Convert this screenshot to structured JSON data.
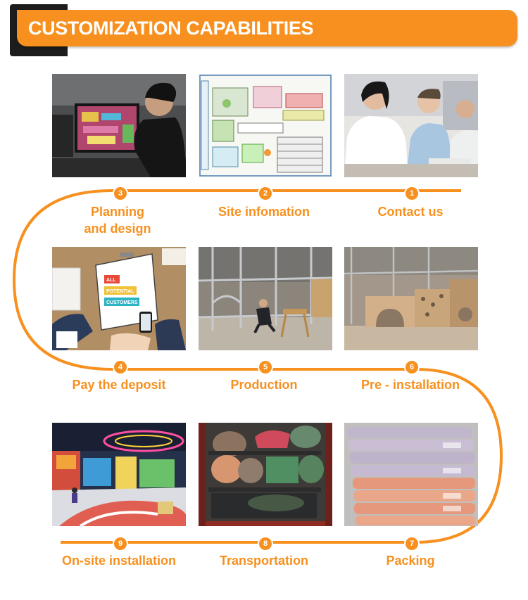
{
  "header": {
    "title": "CUSTOMIZATION CAPABILITIES"
  },
  "theme": {
    "accent": "#f7901e",
    "shadow": "#1d1d1d"
  },
  "steps": [
    {
      "number": "1",
      "label": "Contact us"
    },
    {
      "number": "2",
      "label": "Site infomation"
    },
    {
      "number": "3",
      "label": "Planning\nand design"
    },
    {
      "number": "4",
      "label": "Pay the deposit"
    },
    {
      "number": "5",
      "label": "Production"
    },
    {
      "number": "6",
      "label": "Pre - installation"
    },
    {
      "number": "7",
      "label": "Packing"
    },
    {
      "number": "8",
      "label": "Transportation"
    },
    {
      "number": "9",
      "label": "On-site installation"
    }
  ],
  "photos": {
    "planning": {
      "banner_text": [
        "ALL",
        "POTENTIAL",
        "CUSTOMERS"
      ]
    }
  }
}
